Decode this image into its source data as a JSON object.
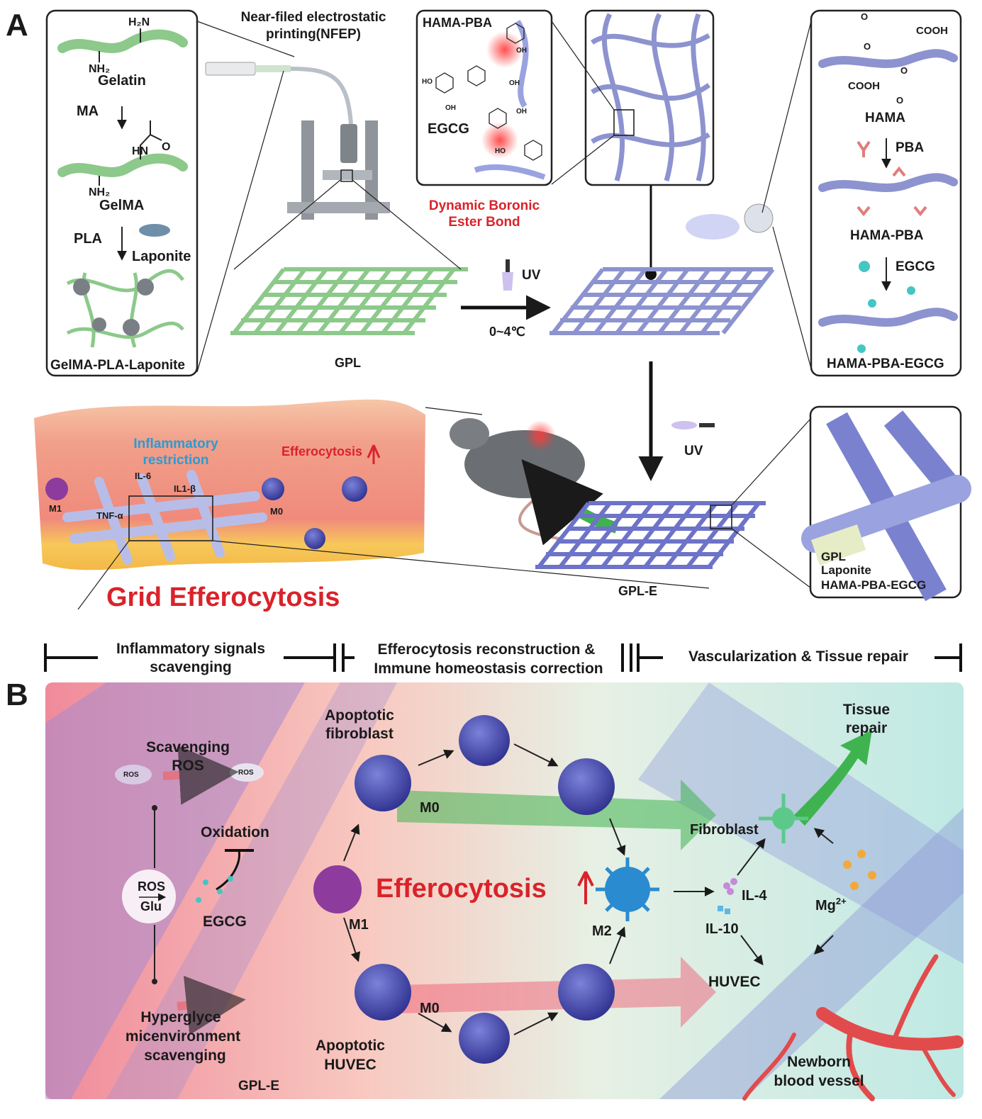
{
  "panel_a": {
    "letter": "A",
    "left_box": {
      "h2n": "H₂N",
      "nh2_top": "NH₂",
      "gelatin": "Gelatin",
      "ma": "MA",
      "hn": "HN",
      "o": "O",
      "nh2_bottom": "NH₂",
      "gelma": "GelMA",
      "pla": "PLA",
      "laponite": "Laponite",
      "caption": "GelMA-PLA-Laponite"
    },
    "nfep_line1": "Near-filed electrostatic",
    "nfep_line2": "printing(NFEP)",
    "gpl": "GPL",
    "molecule_box": {
      "title": "HAMA-PBA",
      "egcg": "EGCG",
      "ho1": "HO",
      "oh1": "OH",
      "oh2": "OH",
      "oh3": "OH",
      "ho2": "HO",
      "oh4": "OH"
    },
    "dynamic_line1": "Dynamic Boronic",
    "dynamic_line2": "Ester Bond",
    "uv_top": "UV",
    "temp": "0~4℃",
    "uv_mid": "UV",
    "right_box": {
      "cooh1": "COOH",
      "cooh2": "COOH",
      "o1": "O",
      "o2": "O",
      "o3": "O",
      "o4": "O",
      "hama": "HAMA",
      "pba": "PBA",
      "hama_pba": "HAMA-PBA",
      "egcg": "EGCG",
      "caption": "HAMA-PBA-EGCG"
    },
    "skin": {
      "inflammatory_line1": "Inflammatory",
      "inflammatory_line2": "restriction",
      "efferocytosis": "Efferocytosis",
      "il6": "IL-6",
      "il1b": "IL1-β",
      "tnfa": "TNF-α",
      "m1": "M1",
      "m0": "M0"
    },
    "grid_title": "Grid Efferocytosis",
    "gple": "GPL-E",
    "zoom_box": {
      "gpl": "GPL",
      "laponite": "Laponite",
      "hama_pba_egcg": "HAMA-PBA-EGCG"
    }
  },
  "stages": {
    "s1_line1": "Inflammatory signals",
    "s1_line2": "scavenging",
    "s2_line1": "Efferocytosis reconstruction &",
    "s2_line2": "Immune homeostasis correction",
    "s3": "Vascularization & Tissue repair"
  },
  "panel_b": {
    "letter": "B",
    "scavenging_line1": "Scavenging",
    "scavenging_line2": "ROS",
    "ros_badge1": "ROS",
    "ros_badge2": "ROS",
    "oxidation": "Oxidation",
    "ros": "ROS",
    "glu": "Glu",
    "egcg": "EGCG",
    "hyper_line1": "Hyperglyce",
    "hyper_line2": "micenvironment",
    "hyper_line3": "scavenging",
    "gple": "GPL-E",
    "apop_fib_line1": "Apoptotic",
    "apop_fib_line2": "fibroblast",
    "m0_top": "M0",
    "m1": "M1",
    "efferocytosis": "Efferocytosis",
    "m0_bottom": "M0",
    "apop_huvec_line1": "Apoptotic",
    "apop_huvec_line2": "HUVEC",
    "m2": "M2",
    "fibroblast": "Fibroblast",
    "il4": "IL-4",
    "il10": "IL-10",
    "mg": "Mg",
    "mg_sup": "2+",
    "huvec": "HUVEC",
    "tissue_line1": "Tissue",
    "tissue_line2": "repair",
    "newborn_line1": "Newborn",
    "newborn_line2": "blood vessel"
  },
  "colors": {
    "accent_red": "#d9232a",
    "accent_blue": "#2a9bd4",
    "gel_green": "#8cc98a",
    "hama_purple": "#8d93cf"
  }
}
